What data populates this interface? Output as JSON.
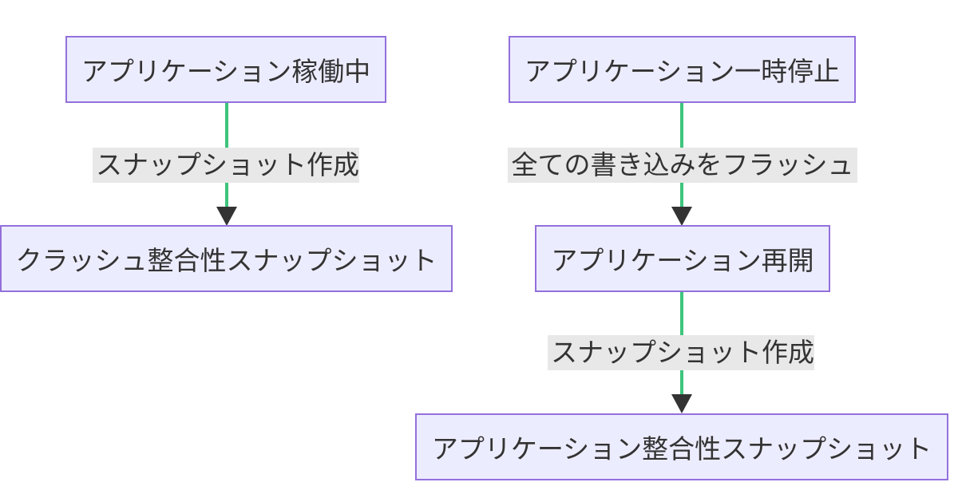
{
  "diagram": {
    "left_flow": {
      "start_node": "アプリケーション稼働中",
      "edge_label": "スナップショット作成",
      "end_node": "クラッシュ整合性スナップショット"
    },
    "right_flow": {
      "start_node": "アプリケーション一時停止",
      "edge1_label": "全ての書き込みをフラッシュ",
      "middle_node": "アプリケーション再開",
      "edge2_label": "スナップショット作成",
      "end_node": "アプリケーション整合性スナップショット"
    },
    "colors": {
      "node_fill": "#ECECFF",
      "node_border": "#9370DB",
      "edge_line": "#3ec47c",
      "arrowhead": "#333333",
      "label_background": "#e8e8e8",
      "text": "#333333"
    }
  }
}
